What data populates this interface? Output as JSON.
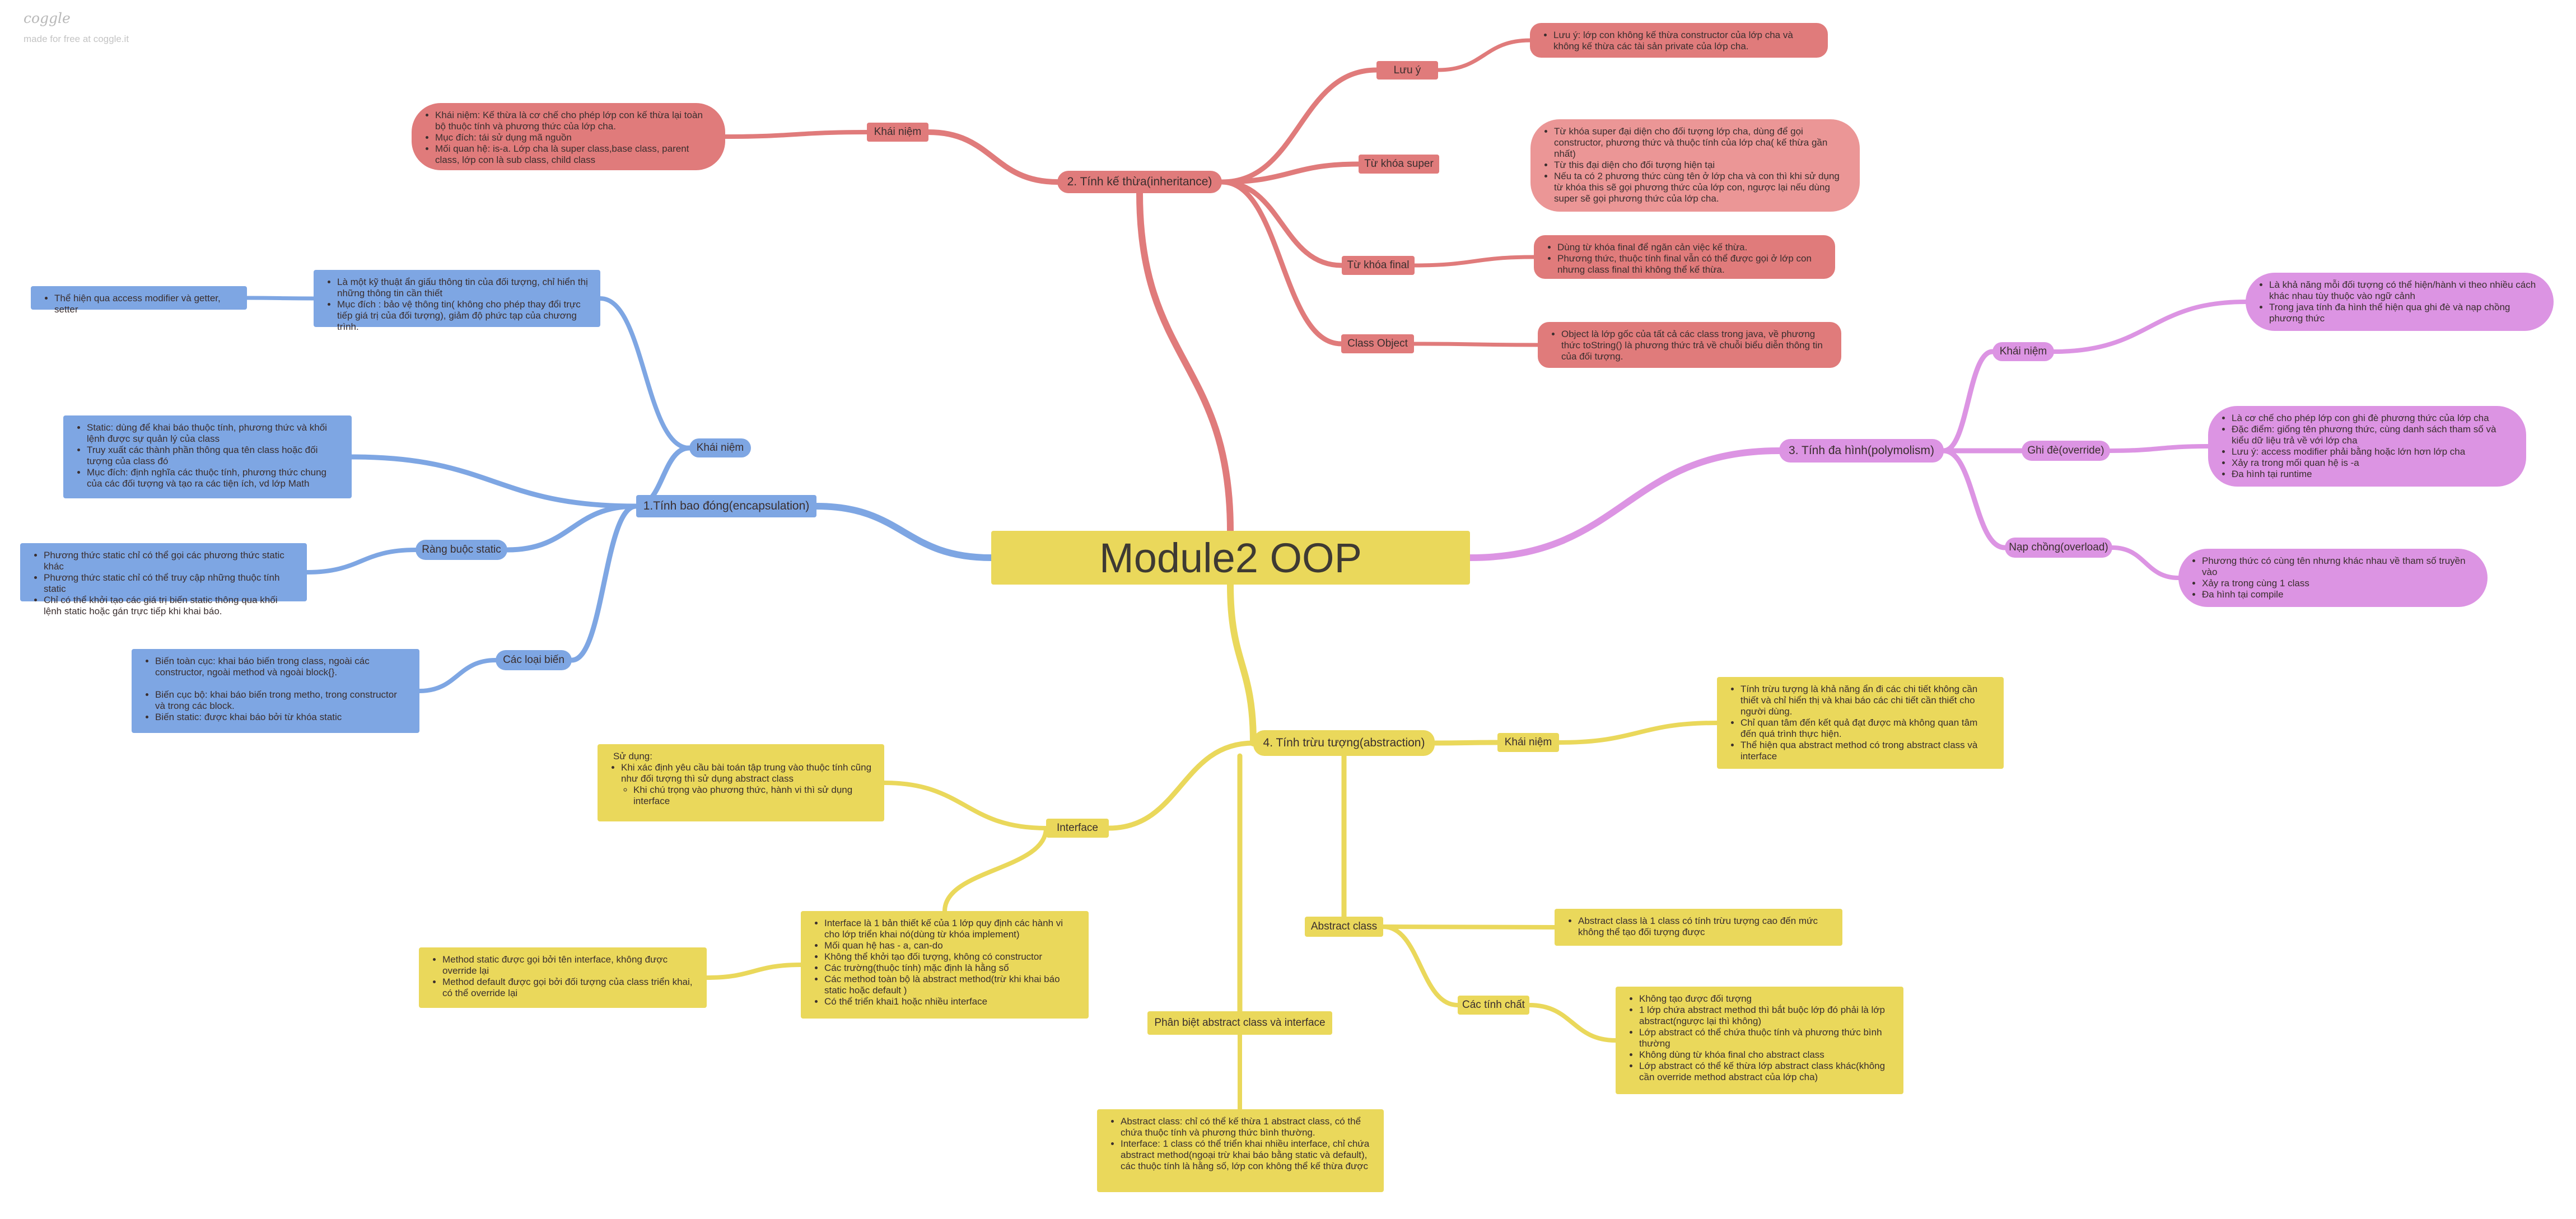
{
  "brand": "coggle",
  "credit": "made for free at coggle.it",
  "colors": {
    "red": "#e07b7b",
    "blue": "#7ea6e3",
    "magenta": "#dc94e3",
    "yellow": "#ead85b",
    "red_light": "#eb9696"
  },
  "root": "Module2 OOP",
  "inheritance": {
    "title": "2.  Tính kế thừa(inheritance)",
    "concept": "Khái niệm",
    "concept_note": [
      "Khái niệm: Kế thừa là cơ chế cho phép lớp con kế thừa lại toàn bộ thuộc tính và phương thức của lớp cha.",
      "Mục đích: tái sử dụng mã nguồn",
      "Mối quan hệ: is-a. Lớp cha là super class,base class, parent class, lớp con là sub class, child class"
    ],
    "note_label": "Lưu ý",
    "note_text": [
      "Lưu ý: lớp con không kế thừa constructor của lớp cha và không kế thừa các tài sản private của lớp cha."
    ],
    "super_label": "Từ khóa super",
    "super_text": [
      "Từ khóa super đại diện cho đối tượng lớp cha, dùng để gọi constructor, phương thức và thuộc tính của lớp cha( kế thừa gần nhất)",
      "Từ this đại diện cho đối tượng hiện tại",
      "Nếu ta có 2 phương thức cùng tên ở lớp cha và con thì khi sử dụng từ khóa this sẽ gọi phương thức của lớp con, ngược lại nếu dùng super sẽ gọi phương thức của lớp cha."
    ],
    "final_label": "Từ khóa final",
    "final_text": [
      "Dùng từ khóa final để ngăn cản việc kế thừa.",
      "Phương thức, thuộc tính final vẫn có thể được gọi ở lớp con nhưng class final thì không thể kế thừa."
    ],
    "object_label": "Class Object",
    "object_text": [
      "Object là lớp gốc của tất cả các class trong java, về phương thức toString() là phương thức trả về chuỗi biểu diễn thông tin của đối tượng."
    ]
  },
  "encapsulation": {
    "title": "1.Tính bao đóng(encapsulation)",
    "concept": "Khái niệm",
    "concept_note": [
      "Là một kỹ thuật ẩn giấu thông tin của đối tượng, chỉ hiển thị những thông tin cần thiết",
      "Mục đích : bảo vệ thông tin( không cho phép thay đổi trực tiếp giá trị của đối tượng), giảm độ phức tạp của chương trình."
    ],
    "access_note": [
      "Thể hiện qua access modifier và getter, setter"
    ],
    "static_note": [
      "Static: dùng để khai báo thuộc tính, phương thức và khối lệnh được sự quản lý của class",
      "Truy xuất các thành phần thông qua tên class hoặc đối tượng của class đó",
      "Mục đích: định nghĩa các thuộc tính, phương thức chung của các đối tượng và tạo ra các tiện ích, vd lớp Math"
    ],
    "constraint_label": "Ràng buộc static",
    "constraint_note": [
      "Phương thức static chỉ có thể gọi các phương thức static khác",
      "Phương thức static chỉ có thể truy cập những thuộc tính static",
      "Chỉ có thể khởi tạo các giá trị biến static thông qua khối lệnh static hoặc gán trực tiếp khi khai báo."
    ],
    "vars_label": "Các loại biến",
    "vars_note": [
      "Biến toàn cục: khai báo biến trong class, ngoài các constructor, ngoài method và ngoài block{}.",
      "",
      "Biến cục bộ: khai báo biến trong metho, trong constructor và trong các block.",
      "Biến static: được khai báo bởi từ khóa static"
    ]
  },
  "polymorphism": {
    "title": "3.  Tính đa hình(polymolism)",
    "concept": "Khái niệm",
    "concept_note": [
      "Là khả năng mỗi đối tượng có thể hiện/hành vi theo nhiều cách khác nhau tùy thuộc vào ngữ cảnh",
      "Trong java tính đa hình thể hiện qua ghi đè và nạp chồng phương thức"
    ],
    "override_label": "Ghi đè(override)",
    "override_note": [
      "Là cơ chế cho phép lớp con ghi đè phương thức của lớp cha",
      "Đặc điểm: giống tên phương thức, cùng danh sách tham số và kiểu dữ liệu trả về với lớp cha",
      "Lưu ý: access modifier phải bằng hoặc lớn hơn lớp cha",
      "Xảy ra trong mối quan hệ is -a",
      "Đa hình tại runtime"
    ],
    "overload_label": "Nạp chồng(overload)",
    "overload_note": [
      "Phương thức có cùng tên nhưng khác nhau về tham số truyền vào",
      "Xảy ra trong cùng 1 class",
      "Đa hình tại compile"
    ]
  },
  "abstraction": {
    "title": "4.  Tính trừu tượng(abstraction)",
    "concept": "Khái niệm",
    "concept_note": [
      "Tính trừu tượng là khả năng ẩn đi các chi tiết không cần thiết và chỉ hiển thị và khai báo các chi tiết cần thiết cho người dùng.",
      "Chỉ quan tâm đến kết quả đạt được mà không quan tâm đến quá trình thực hiện.",
      "Thể hiện qua abstract method có trong abstract class và interface"
    ],
    "interface_label": "Interface",
    "usage_title": "Sử dụng:",
    "usage_item": "Khi xác định yêu cầu bài toán tập trung vào thuộc tính cũng như đối tượng thì sử dụng abstract class",
    "usage_sub": "Khi chú trọng vào phương thức, hành vi thì sử dụng interface",
    "interface_note": [
      "Interface là 1 bản thiết kế của 1 lớp quy định các hành vi cho lớp triển khai nó(dùng từ khóa implement)",
      "Mối quan hệ has - a, can-do",
      "Không thể khởi tạo đối tượng, không có constructor",
      "Các trường(thuộc tính) mặc định là hằng số",
      "Các method toàn bộ là abstract method(trừ khi khai báo static hoặc default )",
      "Có thể triển khai1 hoặc nhiều interface"
    ],
    "method_note": [
      "Method static được gọi bởi tên interface, không được override lại",
      "Method default được gọi bởi đối tượng của class triển khai, có thể override lại"
    ],
    "abstract_label": "Abstract class",
    "abstract_note": [
      "Abstract class là 1 class có tính trừu tượng cao đến mức không thể tạo đối tượng được"
    ],
    "props_label": "Các tính chất",
    "props_note": [
      "Không tạo được đối tượng",
      "1 lớp chứa abstract method thì bắt buộc lớp đó phải là lớp abstract(ngược lại thì không)",
      "Lớp abstract có thể chứa thuộc tính và phương thức bình thường",
      "Không dùng từ khóa final cho abstract class",
      "Lớp abstract có thể kế thừa lớp abstract class khác(không cần override method abstract của lớp cha)"
    ],
    "compare_label": "Phân biệt abstract class và interface",
    "compare_note": [
      "Abstract class: chỉ có thể kế thừa 1 abstract class, có thể chứa thuộc tính và phương thức bình thường.",
      "Interface: 1 class có thể triển khai nhiều interface, chỉ chứa abstract method(ngoại trừ khai báo bằng static và default), các thuộc tính là hằng số, lớp con không thể kế thừa được"
    ]
  }
}
